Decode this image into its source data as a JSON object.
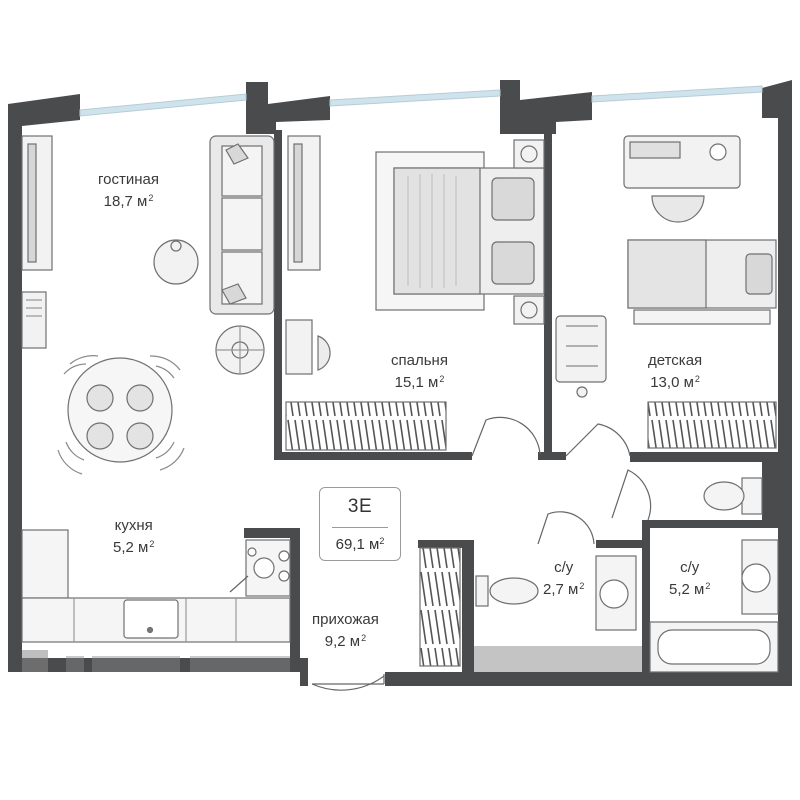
{
  "apartment": {
    "code": "3E",
    "total_area": "69,1 м",
    "area_unit_power": "2"
  },
  "rooms": [
    {
      "id": "living",
      "name": "гостиная",
      "area": "18,7 м",
      "power": "2"
    },
    {
      "id": "bedroom",
      "name": "спальня",
      "area": "15,1 м",
      "power": "2"
    },
    {
      "id": "kids",
      "name": "детская",
      "area": "13,0 м",
      "power": "2"
    },
    {
      "id": "kitchen",
      "name": "кухня",
      "area": "5,2 м",
      "power": "2"
    },
    {
      "id": "hall",
      "name": "прихожая",
      "area": "9,2 м",
      "power": "2"
    },
    {
      "id": "bath1",
      "name": "с/у",
      "area": "2,7 м",
      "power": "2"
    },
    {
      "id": "bath2",
      "name": "с/у",
      "area": "5,2 м",
      "power": "2"
    }
  ],
  "colors": {
    "wall": "#4a4b4d",
    "furniture_stroke": "#707070",
    "furniture_fill": "#e4e4e4",
    "window": "#cfe3ec",
    "floor_strip": "#8a8a8a"
  }
}
